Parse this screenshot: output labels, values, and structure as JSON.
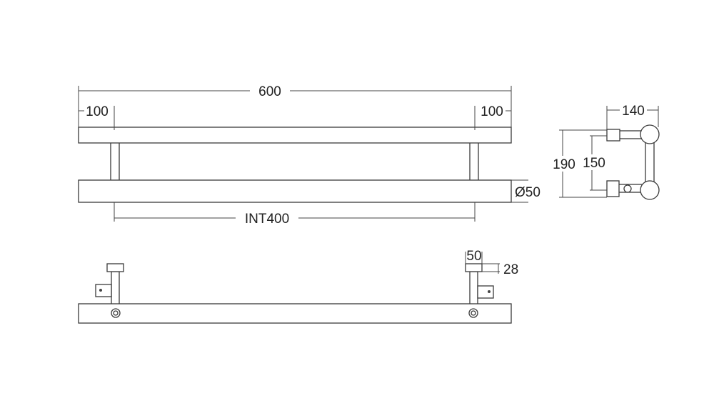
{
  "front_view": {
    "overall_length": "600",
    "left_offset": "100",
    "right_offset": "100",
    "diameter": "Ø50",
    "center_distance": "INT400"
  },
  "side_view": {
    "depth": "140",
    "overall_height": "190",
    "mount_height": "150"
  },
  "top_view": {
    "post_diameter": "50",
    "post_height": "28"
  },
  "colors": {
    "line": "#3a3a3a",
    "background": "#ffffff"
  }
}
